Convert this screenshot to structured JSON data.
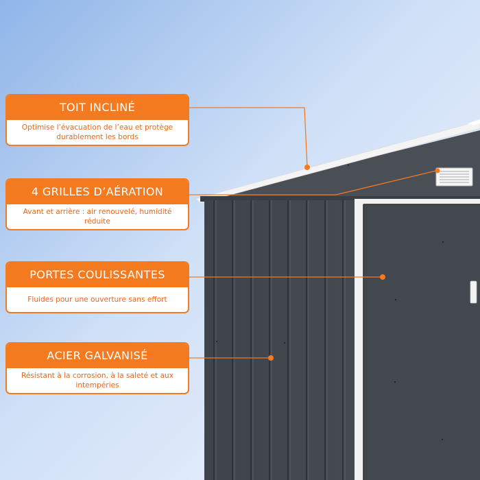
{
  "features": [
    {
      "title": "TOIT INCLINÉ",
      "description": "Optimise l’évacuation de l’eau et protège durablement les bords"
    },
    {
      "title": "4 GRILLES D’AÉRATION",
      "description": "Avant et arrière : air renouvelé, humidité réduite"
    },
    {
      "title": "PORTES COULISSANTES",
      "description": "Fluides pour une ouverture sans effort"
    },
    {
      "title": "ACIER GALVANISÉ",
      "description": "Résistant à la corrosion, à la saleté et aux intempéries"
    }
  ],
  "colors": {
    "accent": "#f47a20",
    "shed_body": "#464a51",
    "background": "#cfe0f7"
  }
}
